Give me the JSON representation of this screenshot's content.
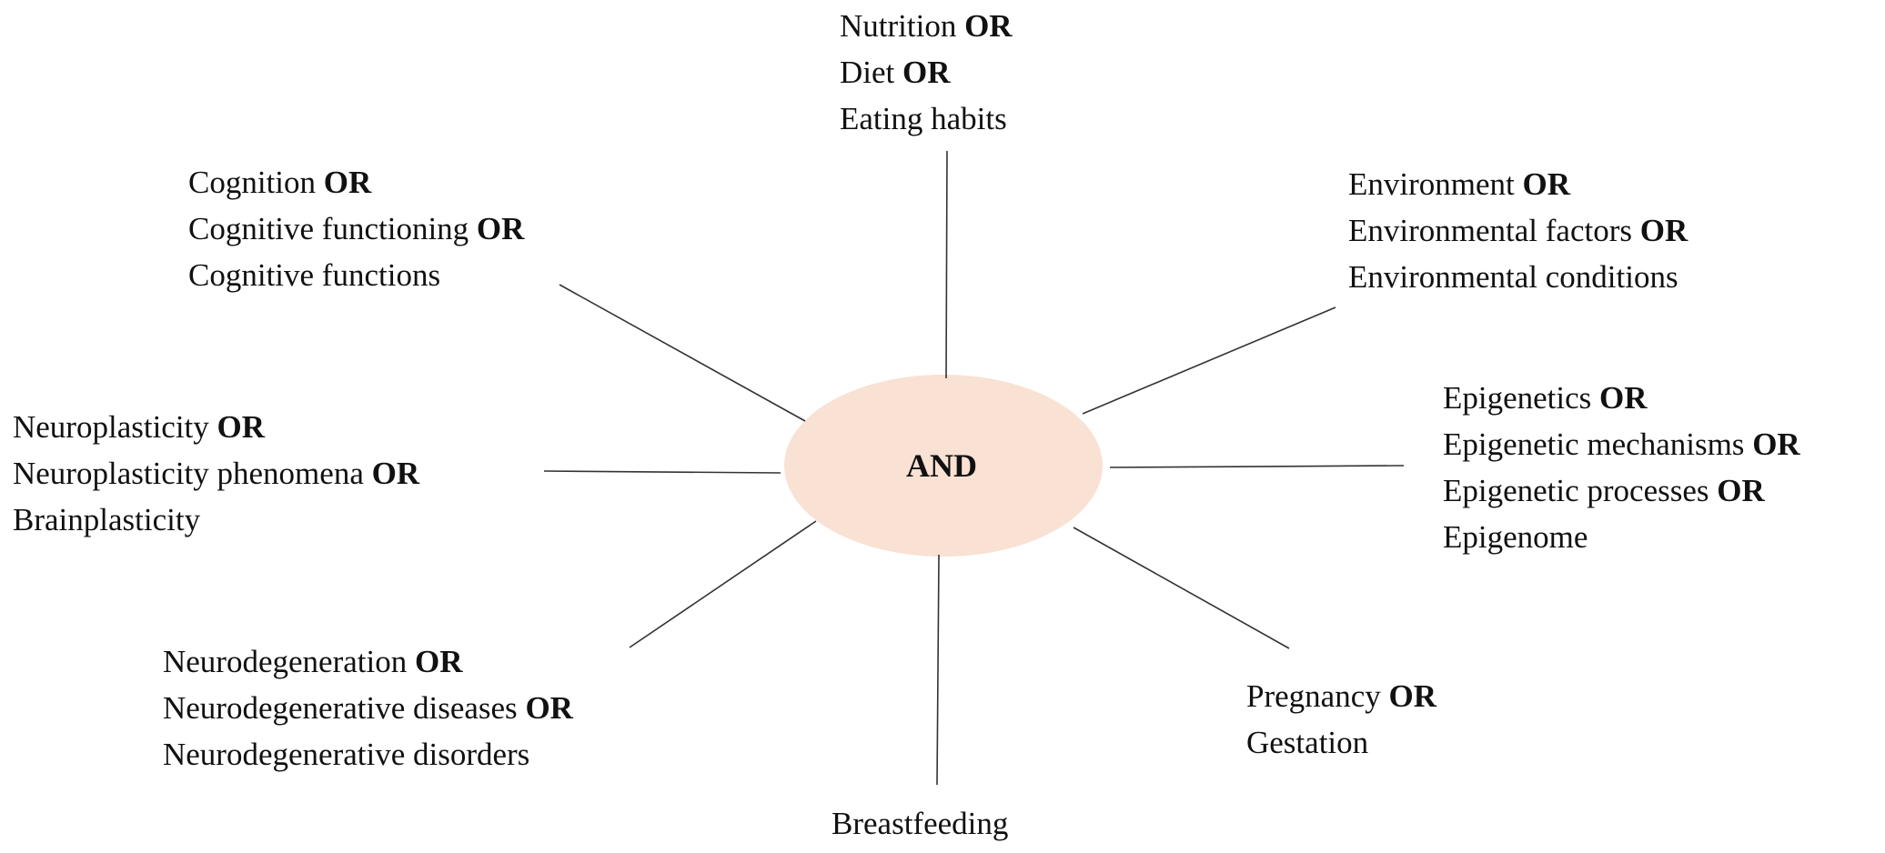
{
  "center": {
    "label": "AND",
    "fill": "#f9e1d3"
  },
  "line_color": "#333333",
  "groups": [
    {
      "id": "nutrition",
      "terms": [
        {
          "text": "Nutrition",
          "op": "OR"
        },
        {
          "text": "Diet",
          "op": "OR"
        },
        {
          "text": "Eating habits",
          "op": ""
        }
      ]
    },
    {
      "id": "cognition",
      "terms": [
        {
          "text": "Cognition",
          "op": "OR"
        },
        {
          "text": "Cognitive functioning",
          "op": "OR"
        },
        {
          "text": "Cognitive functions",
          "op": ""
        }
      ]
    },
    {
      "id": "environment",
      "terms": [
        {
          "text": "Environment",
          "op": "OR"
        },
        {
          "text": "Environmental factors",
          "op": "OR"
        },
        {
          "text": "Environmental conditions",
          "op": ""
        }
      ]
    },
    {
      "id": "neuroplasticity",
      "terms": [
        {
          "text": "Neuroplasticity",
          "op": "OR"
        },
        {
          "text": "Neuroplasticity phenomena",
          "op": "OR"
        },
        {
          "text": "Brainplasticity",
          "op": ""
        }
      ]
    },
    {
      "id": "epigenetics",
      "terms": [
        {
          "text": "Epigenetics",
          "op": "OR"
        },
        {
          "text": "Epigenetic mechanisms",
          "op": "OR"
        },
        {
          "text": "Epigenetic processes",
          "op": "OR"
        },
        {
          "text": "Epigenome",
          "op": ""
        }
      ]
    },
    {
      "id": "neurodegeneration",
      "terms": [
        {
          "text": "Neurodegeneration",
          "op": "OR"
        },
        {
          "text": "Neurodegenerative diseases",
          "op": "OR"
        },
        {
          "text": "Neurodegenerative disorders",
          "op": ""
        }
      ]
    },
    {
      "id": "pregnancy",
      "terms": [
        {
          "text": "Pregnancy",
          "op": "OR"
        },
        {
          "text": "Gestation",
          "op": ""
        }
      ]
    },
    {
      "id": "breastfeeding",
      "terms": [
        {
          "text": "Breastfeeding",
          "op": ""
        }
      ]
    }
  ]
}
